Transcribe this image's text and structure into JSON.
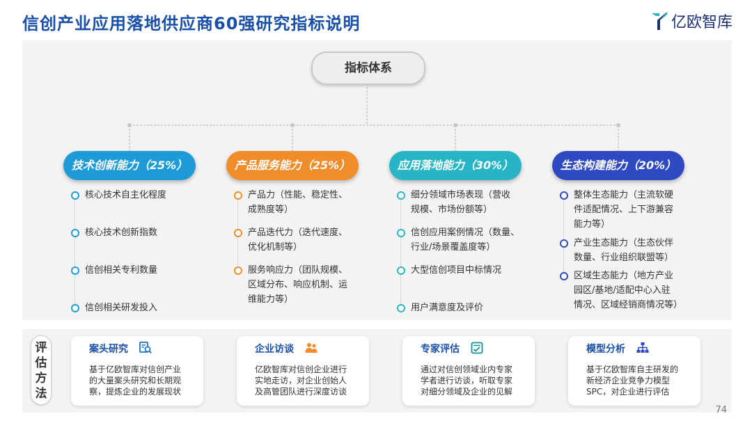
{
  "header": {
    "title": "信创产业应用落地供应商60强研究指标说明",
    "logo_text": "亿欧智库"
  },
  "root": {
    "label": "指标体系"
  },
  "categories": [
    {
      "label": "技术创新能力（25%）",
      "color": "#1e9bd7",
      "items": [
        [
          "核心技术自主化程度"
        ],
        [
          "核心技术创新指数"
        ],
        [
          "信创相关专利数量"
        ],
        [
          "信创相关研发投入"
        ]
      ]
    },
    {
      "label": "产品服务能力（25%）",
      "color": "#f08c2a",
      "items": [
        [
          "产品力（性能、稳定性、",
          "成熟度等）"
        ],
        [
          "产品迭代力（迭代速度、",
          "优化机制等）"
        ],
        [
          "服务响应力（团队规模、",
          "区域分布、响应机制、运",
          "维能力等）"
        ]
      ]
    },
    {
      "label": "应用落地能力（30%）",
      "color": "#27b4c4",
      "items": [
        [
          "细分领域市场表现（营收",
          "规模、市场份额等）"
        ],
        [
          "信创应用案例情况（数量、",
          "行业/场景覆盖度等）"
        ],
        [
          "大型信创项目中标情况"
        ],
        [
          "用户满意度及评价"
        ]
      ]
    },
    {
      "label": "生态构建能力（20%）",
      "color": "#2f49c2",
      "items": [
        [
          "整体生态能力（主流软硬",
          "件适配情况、上下游兼容",
          "能力等）"
        ],
        [
          "产业生态能力（生态伙伴",
          "数量、行业组织联盟等）"
        ],
        [
          "区域生态能力（地方产业",
          "园区/基地/适配中心入驻",
          "情况、区域经销商情况等）"
        ]
      ]
    }
  ],
  "methods": {
    "label": [
      "评",
      "估",
      "方",
      "法"
    ],
    "cards": [
      {
        "title": "案头研究",
        "icon": "document-search-icon",
        "desc": [
          "基于亿欧智库对信创产业",
          "的大量案头研究和长期观",
          "察，提炼企业的发展现状"
        ]
      },
      {
        "title": "企业访谈",
        "icon": "people-icon",
        "desc": [
          "亿欧智库对信创企业进行",
          "实地走访，对企业创始人",
          "及高管团队进行深度访谈"
        ]
      },
      {
        "title": "专家评估",
        "icon": "checklist-icon",
        "desc": [
          "通过对信创领域业内专家",
          "学者进行访谈，听取专家",
          "对细分领域及企业的见解"
        ]
      },
      {
        "title": "模型分析",
        "icon": "hierarchy-icon",
        "desc": [
          "基于亿欧智库自主研发的",
          "新经济企业竞争力模型",
          "SPC，对企业进行评估"
        ]
      }
    ]
  },
  "page_number": "74"
}
